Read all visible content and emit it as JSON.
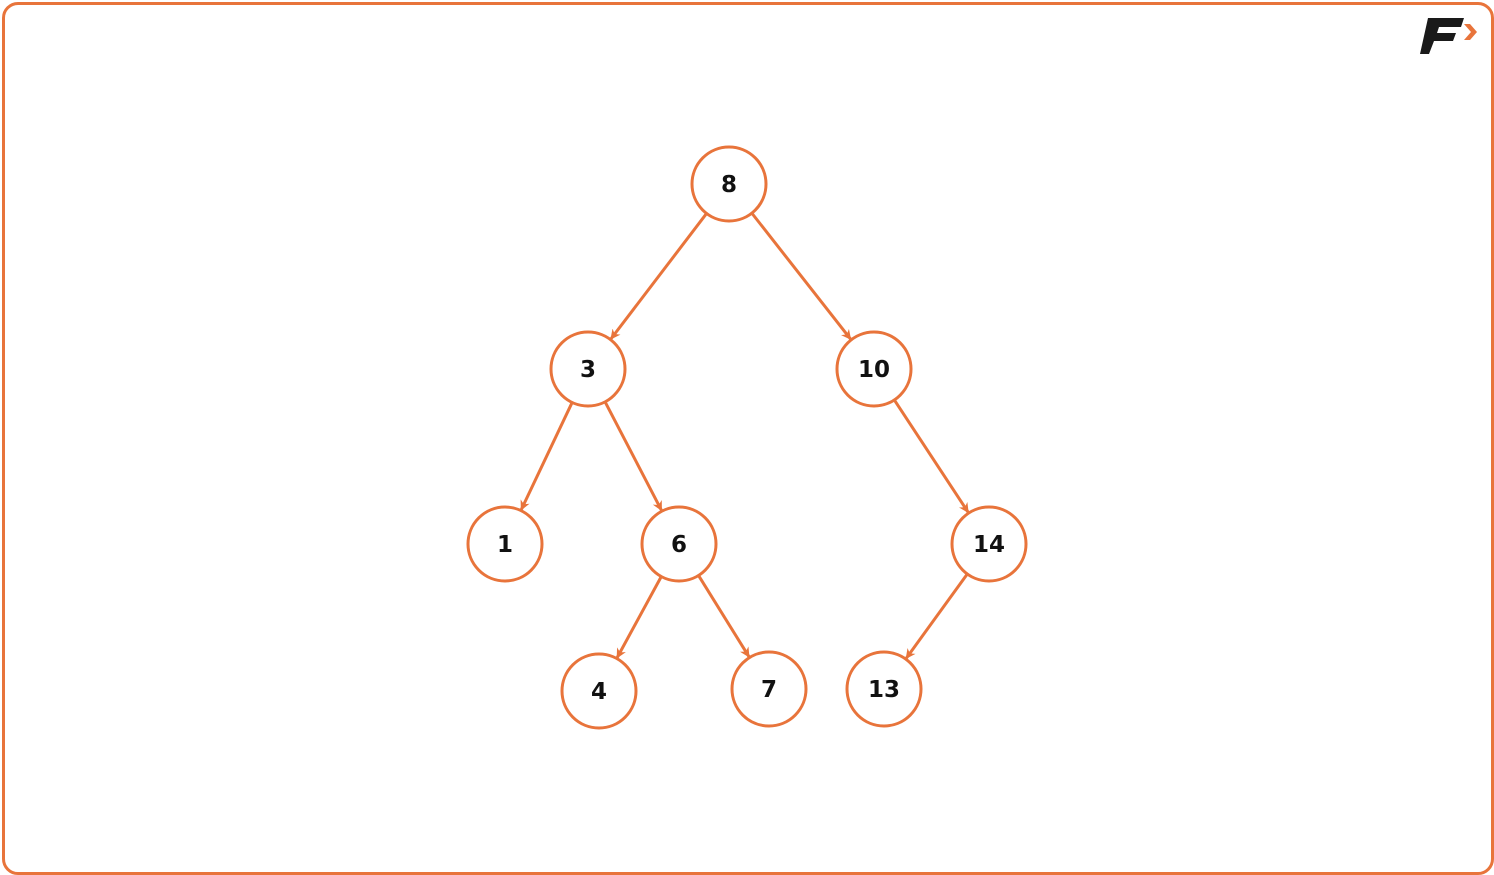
{
  "colors": {
    "accent": "#E8743B",
    "text": "#111111",
    "logo_dark": "#1a1a1a"
  },
  "logo": {
    "icon": "brand-f-arrow-logo"
  },
  "tree": {
    "nodes": [
      {
        "id": "n8",
        "label": "8"
      },
      {
        "id": "n3",
        "label": "3"
      },
      {
        "id": "n10",
        "label": "10"
      },
      {
        "id": "n1",
        "label": "1"
      },
      {
        "id": "n6",
        "label": "6"
      },
      {
        "id": "n14",
        "label": "14"
      },
      {
        "id": "n4",
        "label": "4"
      },
      {
        "id": "n7",
        "label": "7"
      },
      {
        "id": "n13",
        "label": "13"
      }
    ],
    "edges": [
      {
        "from": "n8",
        "to": "n3"
      },
      {
        "from": "n8",
        "to": "n10"
      },
      {
        "from": "n3",
        "to": "n1"
      },
      {
        "from": "n3",
        "to": "n6"
      },
      {
        "from": "n10",
        "to": "n14"
      },
      {
        "from": "n6",
        "to": "n4"
      },
      {
        "from": "n6",
        "to": "n7"
      },
      {
        "from": "n14",
        "to": "n13"
      }
    ]
  }
}
